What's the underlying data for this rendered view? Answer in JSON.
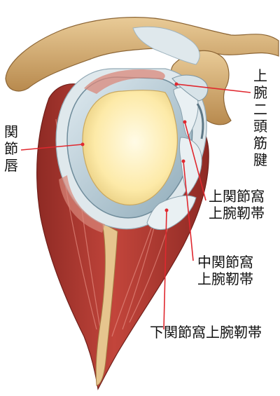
{
  "labels": {
    "glenoid_labrum": "関節唇",
    "biceps_tendon": "上腕二頭筋腱",
    "superior_gh_ligament": [
      "上関節窩",
      "上腕靭帯"
    ],
    "middle_gh_ligament": [
      "中関節窩",
      "上腕靭帯"
    ],
    "inferior_gh_ligament": "下関節窩上腕靭帯"
  },
  "colors": {
    "bone": "#d8b47c",
    "bone_dark": "#a57d45",
    "muscle": "#b03a32",
    "muscle_light": "#d8776a",
    "cartilage": "#b9cdd6",
    "capsule": "#dfe8ec",
    "fossa": "#fff6cc",
    "leader_line": "#e0282f"
  }
}
